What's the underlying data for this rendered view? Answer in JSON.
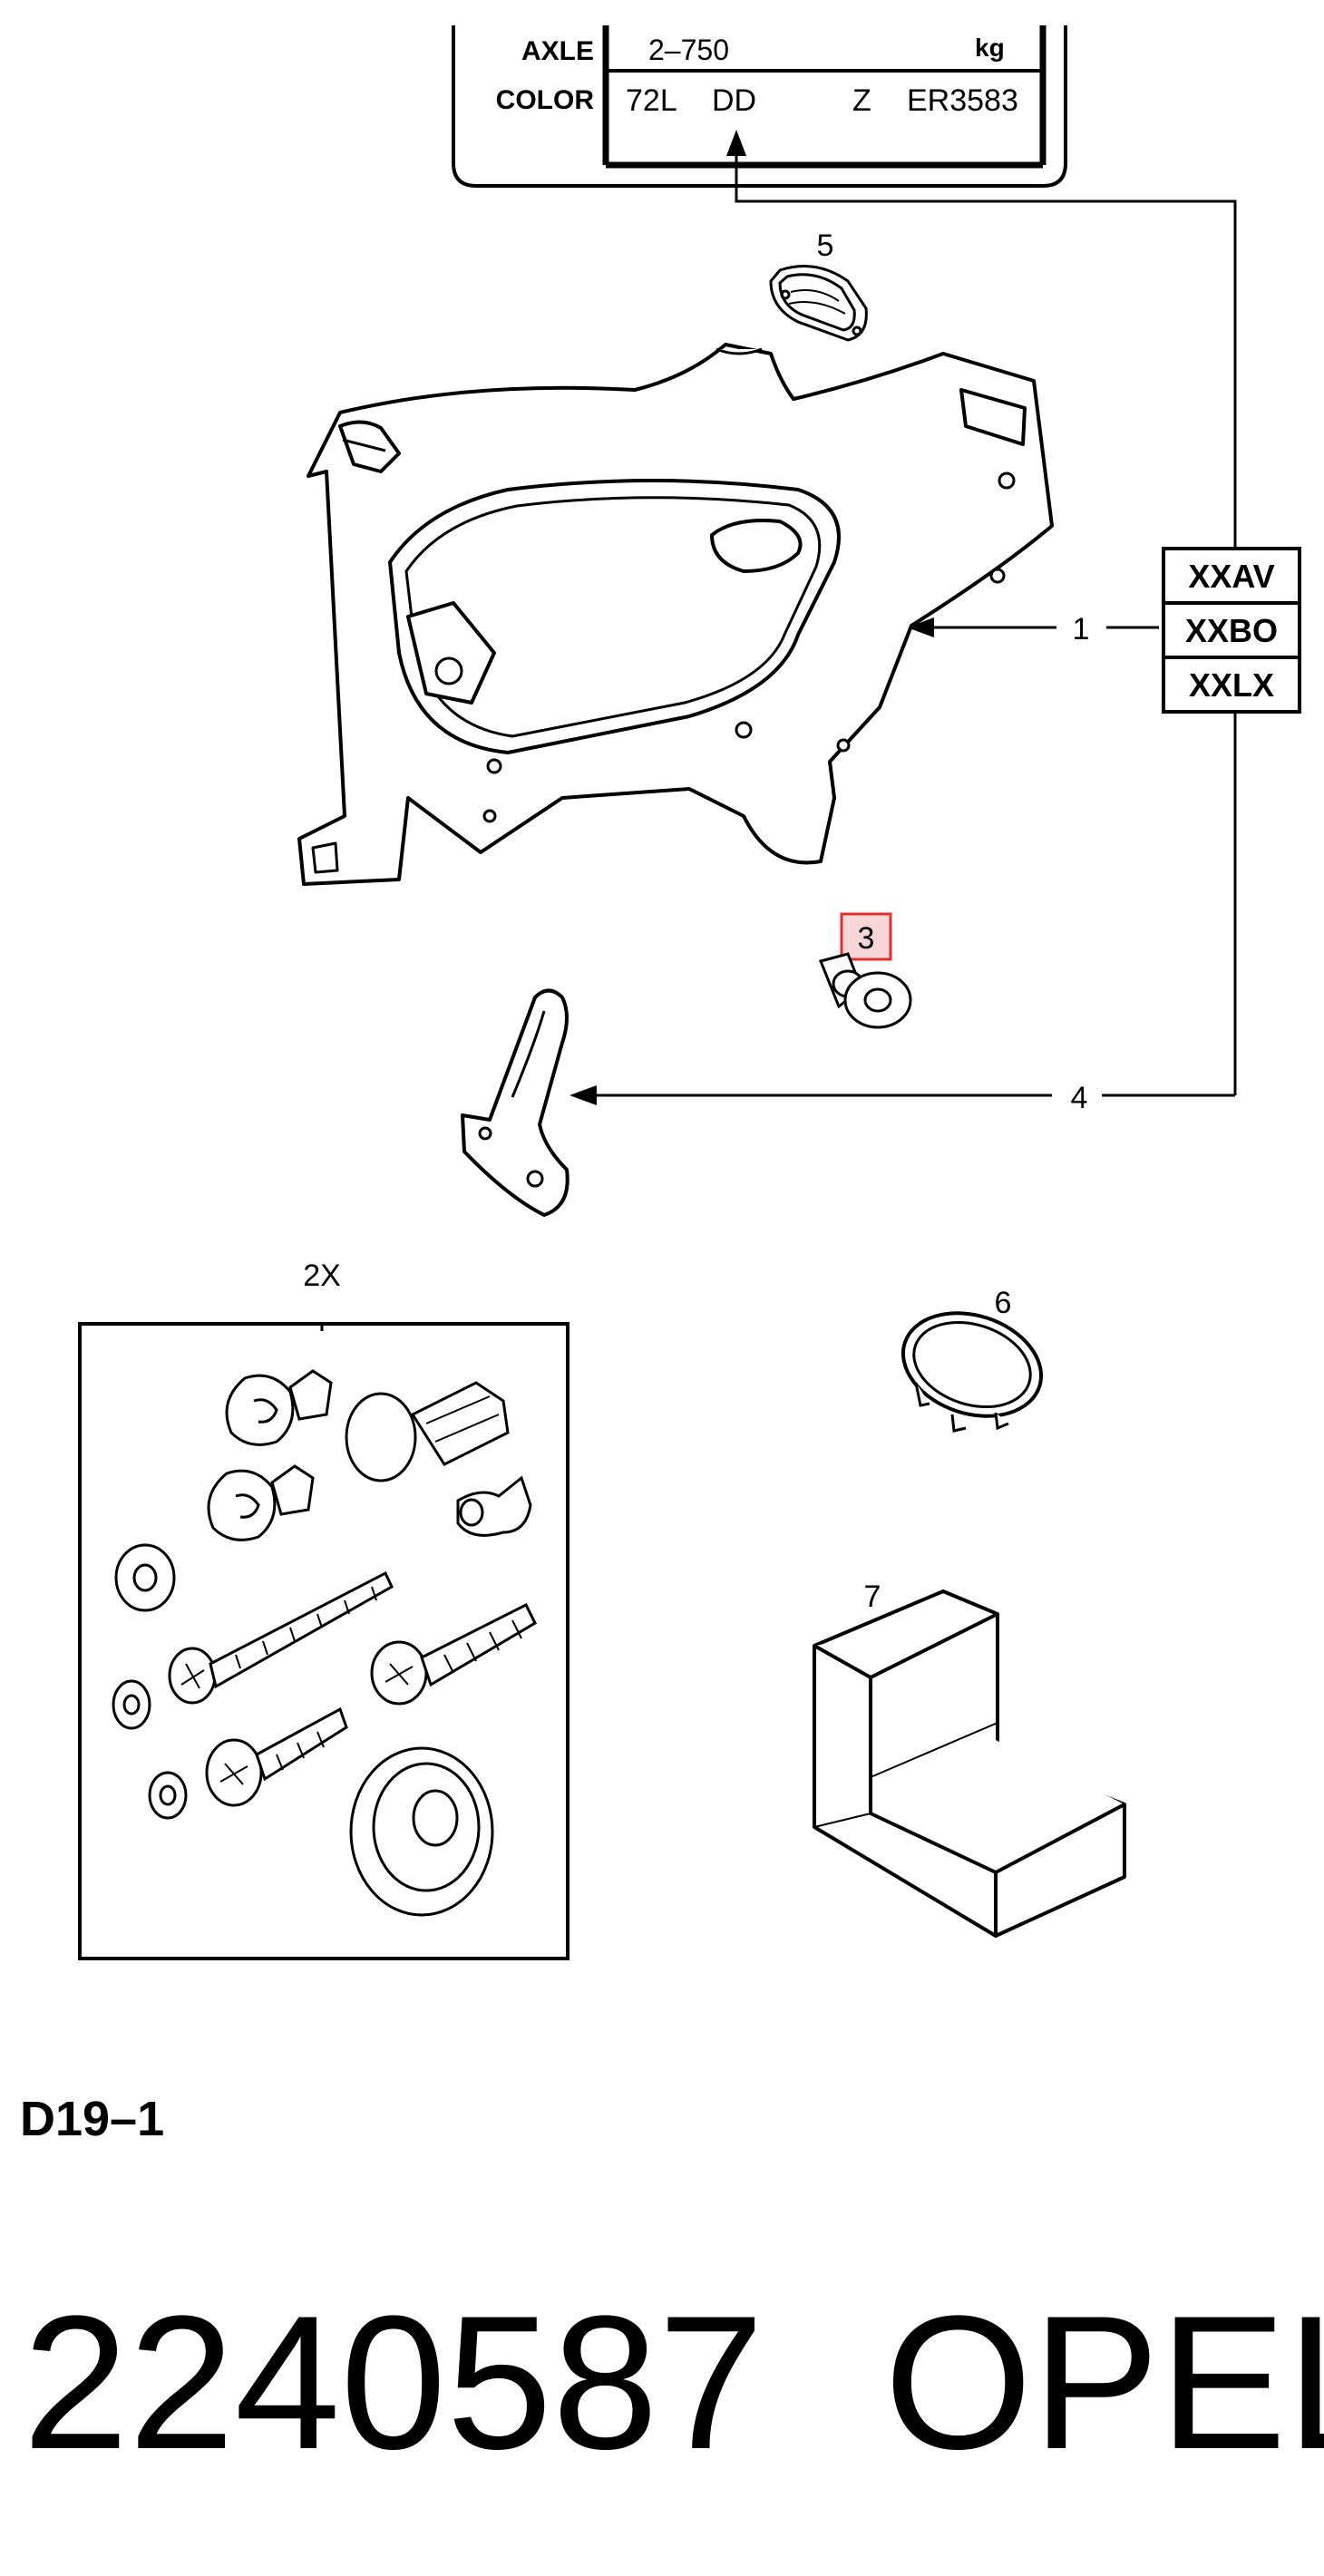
{
  "plate": {
    "axle_label": "AXLE",
    "axle_value": "2–750",
    "axle_unit": "kg",
    "color_label": "COLOR",
    "color_code1": "72L",
    "color_code2": "DD",
    "color_code3": "Z",
    "color_code4": "ER3583"
  },
  "callouts": {
    "p1": "1",
    "p2": "2X",
    "p3": "3",
    "p4": "4",
    "p5": "5",
    "p6": "6",
    "p7": "7"
  },
  "trim_codes": [
    "XXAV",
    "XXBO",
    "XXLX"
  ],
  "diagram_ref": "D19–1",
  "part_number": "2240587",
  "brand": "OPEL",
  "colors": {
    "line": "#000000",
    "highlight_border": "#e03030",
    "highlight_fill": "#f6d6d6"
  }
}
